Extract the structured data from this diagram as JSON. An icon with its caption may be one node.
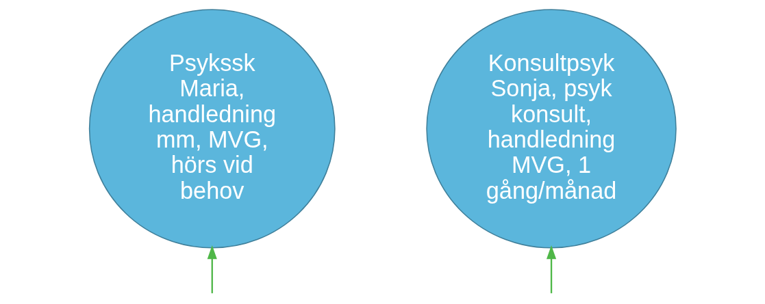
{
  "diagram": {
    "nodes": [
      {
        "text": [
          "Psykssk Maria, handledning mm, MVG, hörs vid behov"
        ]
      },
      {
        "text": [
          "Konsultpsyk Sonja, psyk konsult, handledning MVG, 1 gång/månad"
        ]
      }
    ],
    "edges": [
      {
        "from": null,
        "to": 0,
        "arrow": "to",
        "color": "#4fb748"
      },
      {
        "from": null,
        "to": 1,
        "arrow": "to",
        "color": "#4fb748"
      }
    ]
  }
}
